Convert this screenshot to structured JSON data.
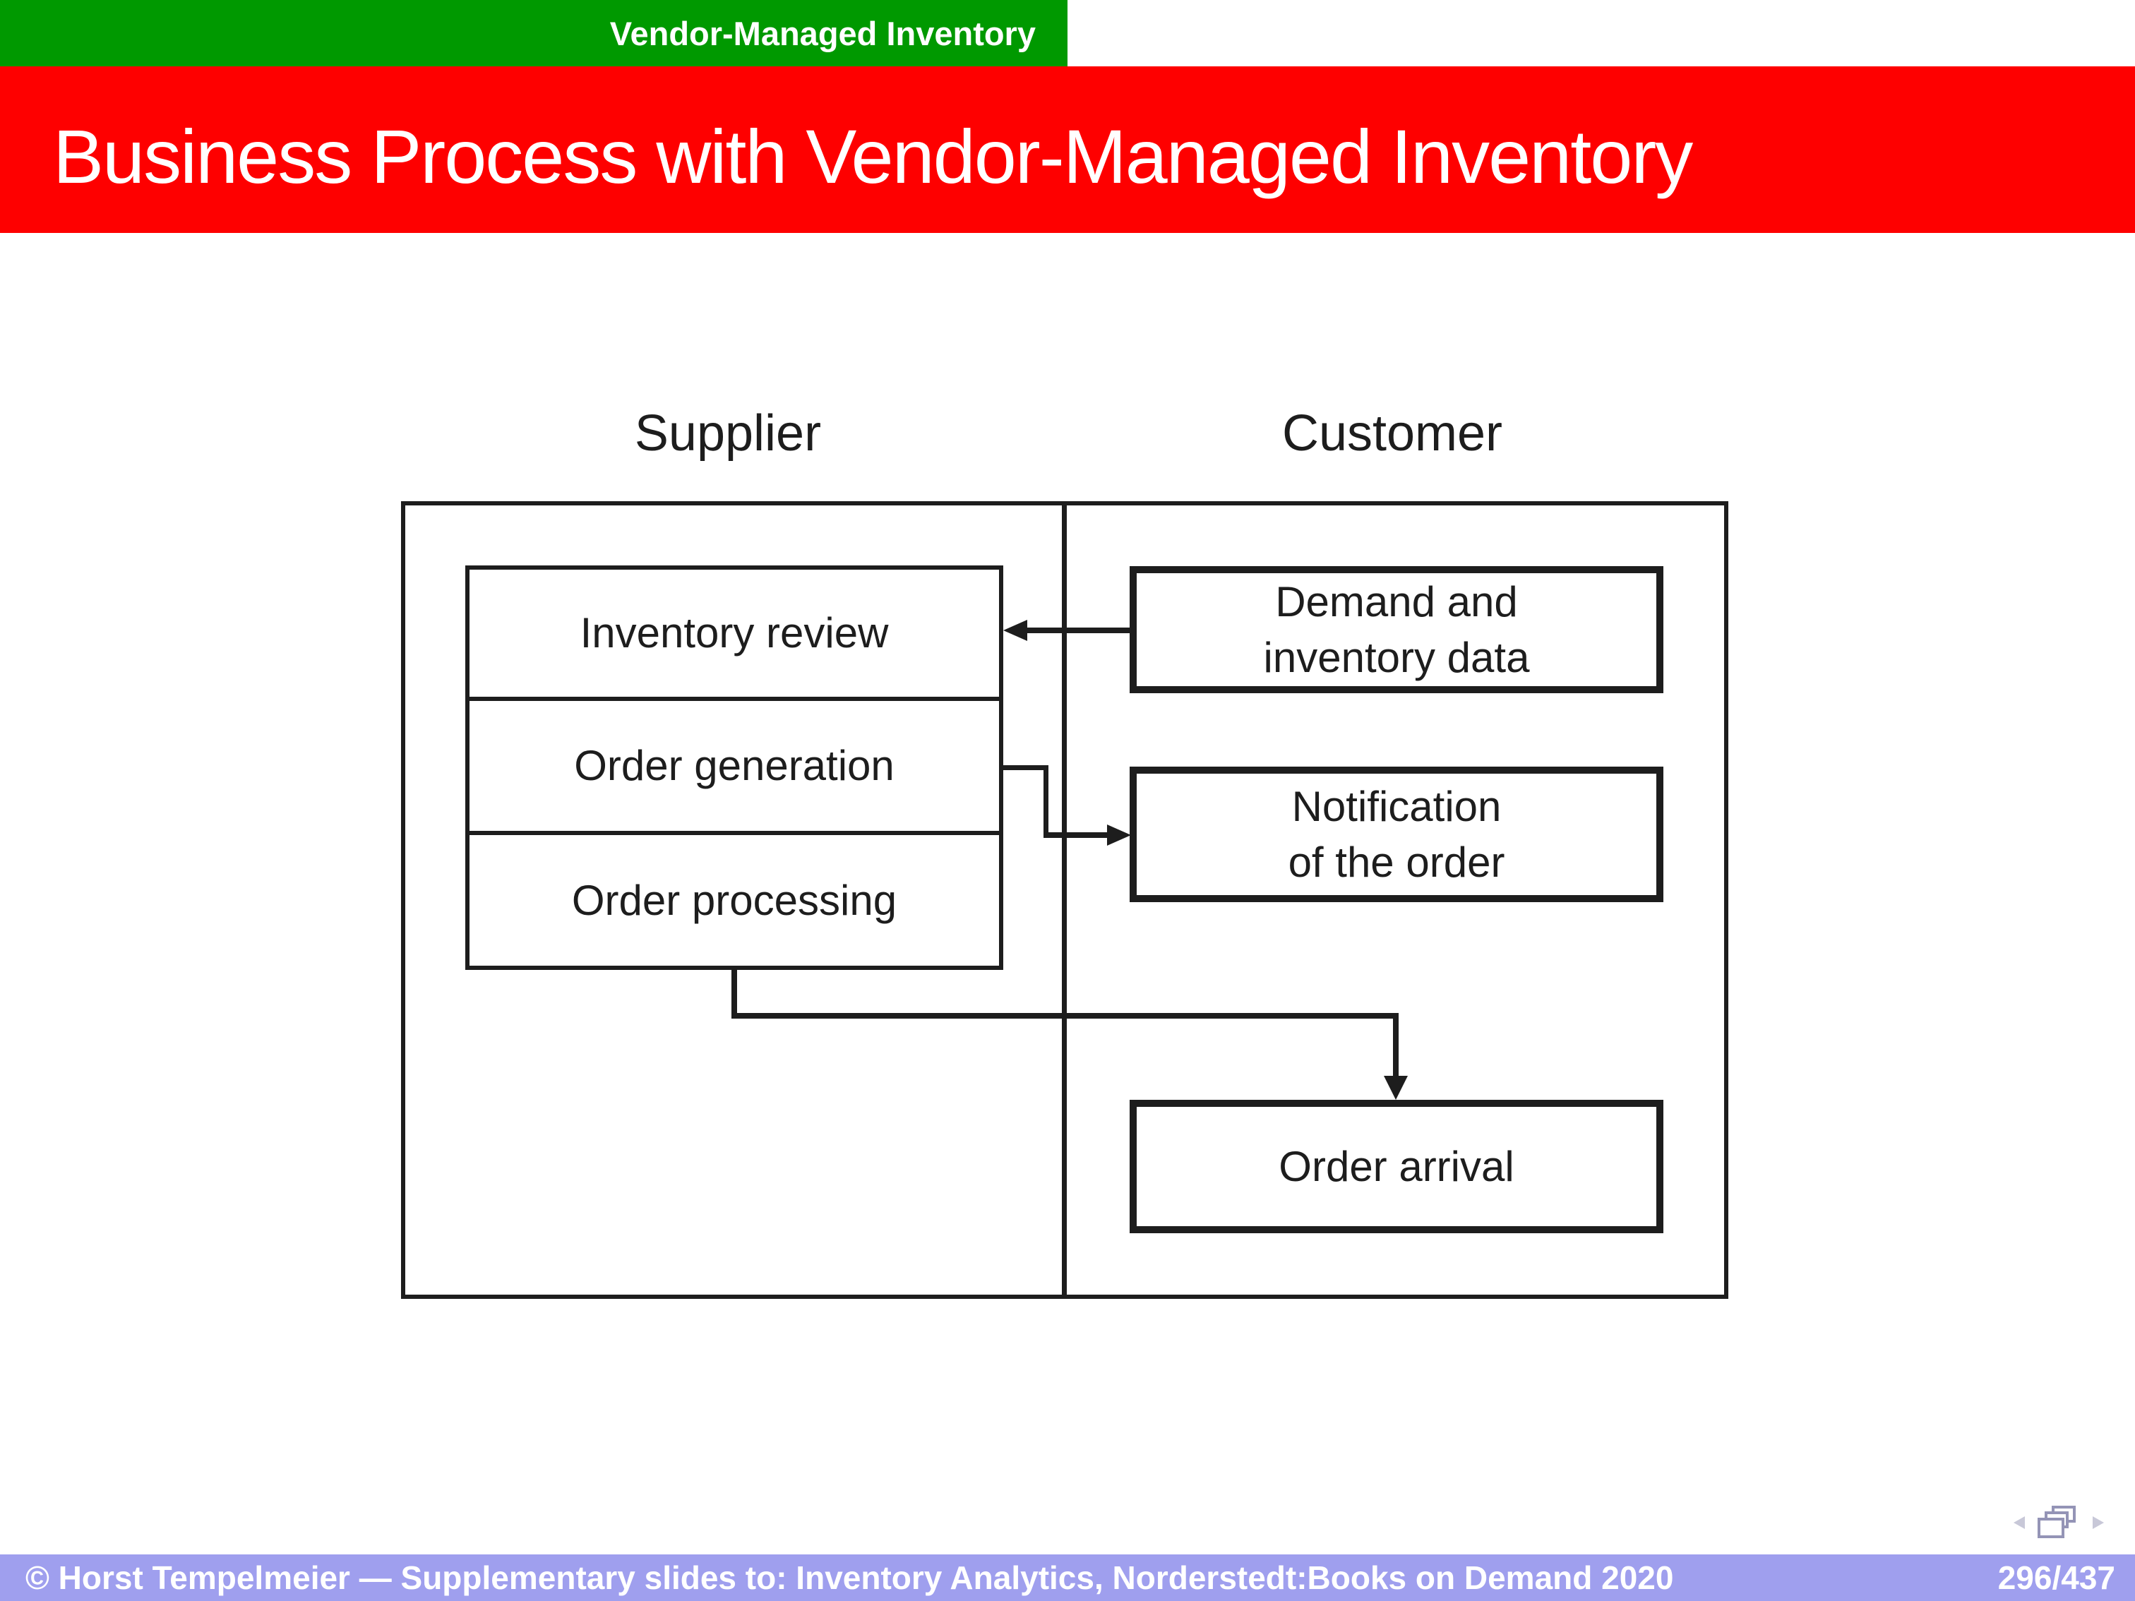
{
  "slide": {
    "section_label": "Vendor-Managed Inventory",
    "title": "Business Process with Vendor-Managed Inventory"
  },
  "diagram": {
    "supplier_column_label": "Supplier",
    "customer_column_label": "Customer",
    "supplier_boxes": [
      {
        "label": "Inventory review"
      },
      {
        "label": "Order generation"
      },
      {
        "label": "Order processing"
      }
    ],
    "customer_boxes": [
      {
        "lines": [
          "Demand and",
          "inventory data"
        ]
      },
      {
        "lines": [
          "Notification",
          "of the order"
        ]
      },
      {
        "lines": [
          "Order arrival"
        ]
      }
    ]
  },
  "navigation": {
    "prev_icon": "left-triangle",
    "frames_icon": "stacked-frames",
    "next_icon": "right-triangle"
  },
  "footer": {
    "copyright": "© Horst Tempelmeier — Supplementary slides to: Inventory Analytics, Norderstedt:Books on Demand 2020",
    "page_indicator": "296/437"
  },
  "colors": {
    "section_bar": "#009900",
    "title_bar": "#fe0000",
    "footer_bar": "#9f9fee",
    "diagram_line": "#1d1d1d",
    "nav_triangle": "#c8c8d8",
    "nav_frames": "#9494b6"
  }
}
